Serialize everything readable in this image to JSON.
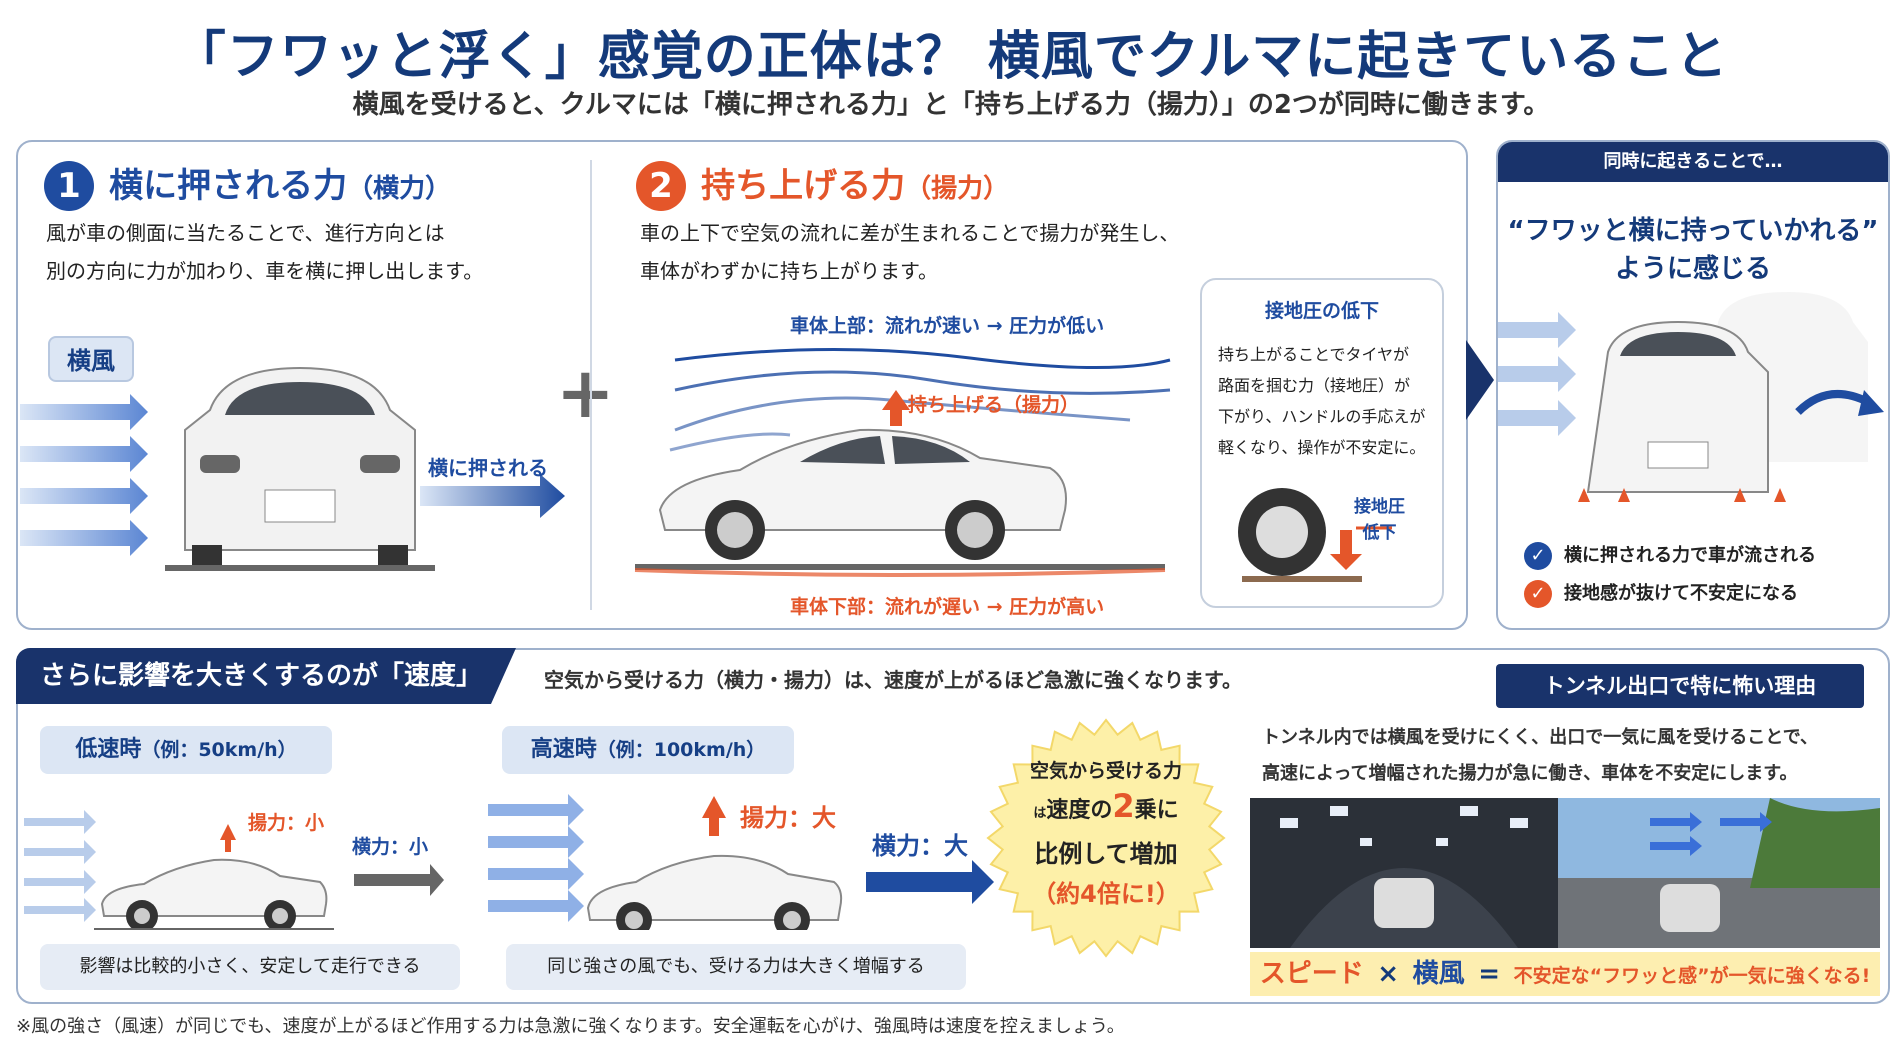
{
  "header": {
    "title": "「フワッと浮く」感覚の正体は？ 横風でクルマに起きていること",
    "subtitle": "横風を受けると、クルマには「横に押される力」と「持ち上げる力（揚力）」の2つが同時に働きます。"
  },
  "force1": {
    "number": "1",
    "title": "横に押される力",
    "title_sub": "（横力）",
    "desc_line1": "風が車の側面に当たることで、進行方向とは",
    "desc_line2": "別の方向に力が加わり、車を横に押し出します。",
    "wind_tag": "横風",
    "push_label": "横に押される"
  },
  "plus": "+",
  "force2": {
    "number": "2",
    "title": "持ち上げる力",
    "title_sub": "（揚力）",
    "desc_line1": "車の上下で空気の流れに差が生まれることで揚力が発生し、",
    "desc_line2": "車体がわずかに持ち上がります。",
    "upper_flow": "車体上部：流れが速い → 圧力が低い",
    "lift_label": "持ち上げる（揚力）",
    "lower_flow": "車体下部：流れが遅い → 圧力が高い"
  },
  "contact": {
    "title": "接地圧の低下",
    "lines": [
      "持ち上がることでタイヤが",
      "路面を掴む力（接地圧）が",
      "下がり、ハンドルの手応えが",
      "軽くなり、操作が不安定に。"
    ],
    "label1": "接地圧",
    "label2": "低下"
  },
  "simul": {
    "header": "同時に起きることで…",
    "quote_line1": "“フワッと横に持っていかれる”",
    "quote_line2": "ように感じる",
    "checks": [
      {
        "text": "横に押される力で車が流される",
        "color": "#1f4ca0"
      },
      {
        "text": "接地感が抜けて不安定になる",
        "color": "#e4562a"
      }
    ]
  },
  "speed": {
    "header": "さらに影響を大きくするのが「速度」",
    "desc": "空気から受ける力（横力・揚力）は、速度が上がるほど急激に強くなります。",
    "low_tag": "低速時",
    "low_tag_sub": "（例：50km/h）",
    "low_lift": "揚力：小",
    "low_side": "横力：小",
    "low_caption": "影響は比較的小さく、安定して走行できる",
    "high_tag": "高速時",
    "high_tag_sub": "（例：100km/h）",
    "high_lift": "揚力：大",
    "high_side": "横力：大",
    "high_caption": "同じ強さの風でも、受ける力は大きく増幅する",
    "burst_line1": "空気から受ける力",
    "burst_small": "は",
    "burst_line2a": "速度の",
    "burst_num": "2",
    "burst_line2b": "乗に",
    "burst_line3": "比例して増加",
    "burst_line4": "（約4倍に!）"
  },
  "tunnel": {
    "header": "トンネル出口で特に怖い理由",
    "line1": "トンネル内では横風を受けにくく、出口で一気に風を受けることで、",
    "line2": "高速によって増幅された揚力が急に働き、車体を不安定にします。",
    "eq_speed": "スピード",
    "eq_times": "×",
    "eq_wind": "横風",
    "eq_equals": "=",
    "eq_result": "不安定な“フワッと感”が一気に強くなる!"
  },
  "footnote": "※風の強さ（風速）が同じでも、速度が上がるほど作用する力は急激に強くなります。安全運転を心がけ、強風時は速度を控えましょう。"
}
